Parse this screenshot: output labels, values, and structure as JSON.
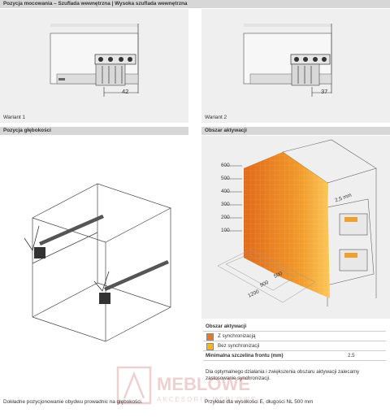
{
  "sections": {
    "top_title": "Pozycja mocowania – Szuflada wewnętrzna | Wysoka szuflada wewnętrzna",
    "depth_title": "Pozycja głębokości",
    "activation_title": "Obszar aktywacji"
  },
  "variants": {
    "v1_caption": "Wariant 1",
    "v1_dimension": "42",
    "v2_caption": "Wariant 2",
    "v2_dimension": "37"
  },
  "depth_caption": "Dokładne pozycjonowanie obydwu prowadnic na głębokości.",
  "activation": {
    "height_ticks": [
      "600",
      "500",
      "400",
      "300",
      "200",
      "100"
    ],
    "depth_ticks": [
      "500",
      "900",
      "1200"
    ],
    "gap_label": "2,5 mm",
    "caption": "Przykład dla wysokości E, długości NL 500 mm",
    "colors": {
      "with_sync": "#e8782a",
      "without_sync": "#f6b81c"
    }
  },
  "legend": {
    "title": "Obszar aktywacji",
    "with_sync": "Z synchronizacją",
    "without_sync": "Bez synchronizacji",
    "min_gap_label": "Minimalna szczelina frontu (mm)",
    "min_gap_value": "2.5",
    "note": "Dla optymalnego działania i zwiększenia obszaru aktywacji zalecamy zastosowanie synchronizacji."
  },
  "watermark": {
    "brand": "MEBLOWE",
    "sub": "AKCESORIA MEBLOWE"
  }
}
